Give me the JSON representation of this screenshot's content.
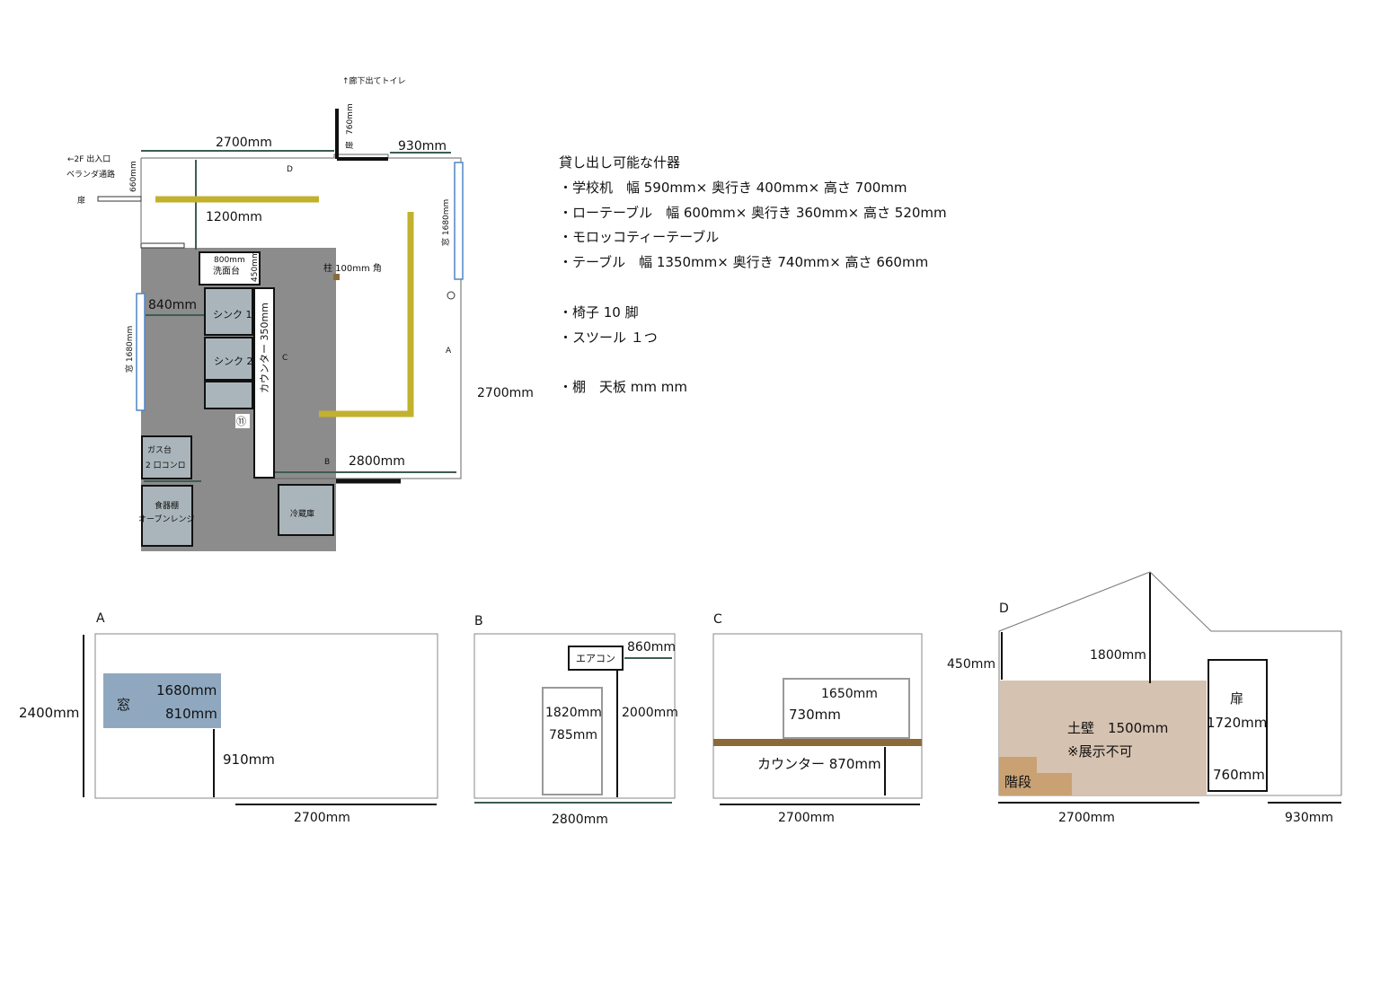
{
  "floor_plan": {
    "toilet_note": "↑廊下出てトイレ",
    "top_wall_length": "2700mm",
    "hall_width": "760mm",
    "hall_door": "扉",
    "top_right_length": "930mm",
    "entrance_note_1": "←2F 出入口",
    "entrance_note_2": "ベランダ通路",
    "entrance_door": "扉",
    "entrance_width": "660mm",
    "label_d": "D",
    "shelf_length": "1200mm",
    "right_window": "窓 1680mm",
    "washstand_size": "800mm",
    "washstand": "洗面台",
    "washstand_depth": "450mm",
    "pillar": "柱 100mm 角",
    "kitchen_width": "840mm",
    "sink_1": "シンク 1",
    "sink_2": "シンク 2",
    "left_window": "窓 1680mm",
    "counter": "カウンター 350mm",
    "label_c": "C",
    "label_a": "A",
    "right_wall_length": "2700mm",
    "outlet_icon": "⑪",
    "gas_1": "ガス台",
    "gas_2": "2 口コンロ",
    "label_b": "B",
    "bottom_wall_length": "2800mm",
    "cupboard_1": "食器棚",
    "cupboard_2": "オーブンレンジ",
    "fridge": "冷蔵庫"
  },
  "rental_list": {
    "title": "貸し出し可能な什器",
    "items": [
      "・学校机　幅 590mm× 奥行き 400mm× 高さ 700mm",
      "・ローテーブル　幅 600mm× 奥行き 360mm× 高さ 520mm",
      "・モロッコティーテーブル",
      "・テーブル　幅 1350mm× 奥行き 740mm× 高さ 660mm",
      "",
      "・椅子 10 脚",
      "・スツール １つ",
      "",
      "・棚　天板 mm  mm"
    ]
  },
  "elevation_a": {
    "label": "A",
    "height": "2400mm",
    "window": "窓",
    "window_width": "1680mm",
    "window_height": "810mm",
    "sill_height": "910mm",
    "width": "2700mm"
  },
  "elevation_b": {
    "label": "B",
    "aircon": "エアコン",
    "aircon_width": "860mm",
    "door_height": "1820mm",
    "door_width": "785mm",
    "aircon_height": "2000mm",
    "width": "2800mm"
  },
  "elevation_c": {
    "label": "C",
    "panel_width": "1650mm",
    "panel_height": "730mm",
    "counter": "カウンター 870mm",
    "width": "2700mm"
  },
  "elevation_d": {
    "label": "D",
    "top_height": "450mm",
    "ridge_height": "1800mm",
    "door": "扉",
    "door_height": "1720mm",
    "door_width": "760mm",
    "earth_wall": "土壁　1500mm",
    "no_display": "※展示不可",
    "stairs": "階段",
    "width": "2700mm",
    "right_width": "930mm"
  },
  "colors": {
    "kitchen_floor": "#8c8c8c",
    "fixture": "#a9b5ba",
    "shelf_yellow": "#c2b12e",
    "window_blue": "#4f86c6",
    "window_fill": "#8fa8bf",
    "counter_brown": "#8b6a3a",
    "earth_wall": "#d6c2b0",
    "stairs": "#c9a173",
    "dim_line": "#3e5c55"
  }
}
